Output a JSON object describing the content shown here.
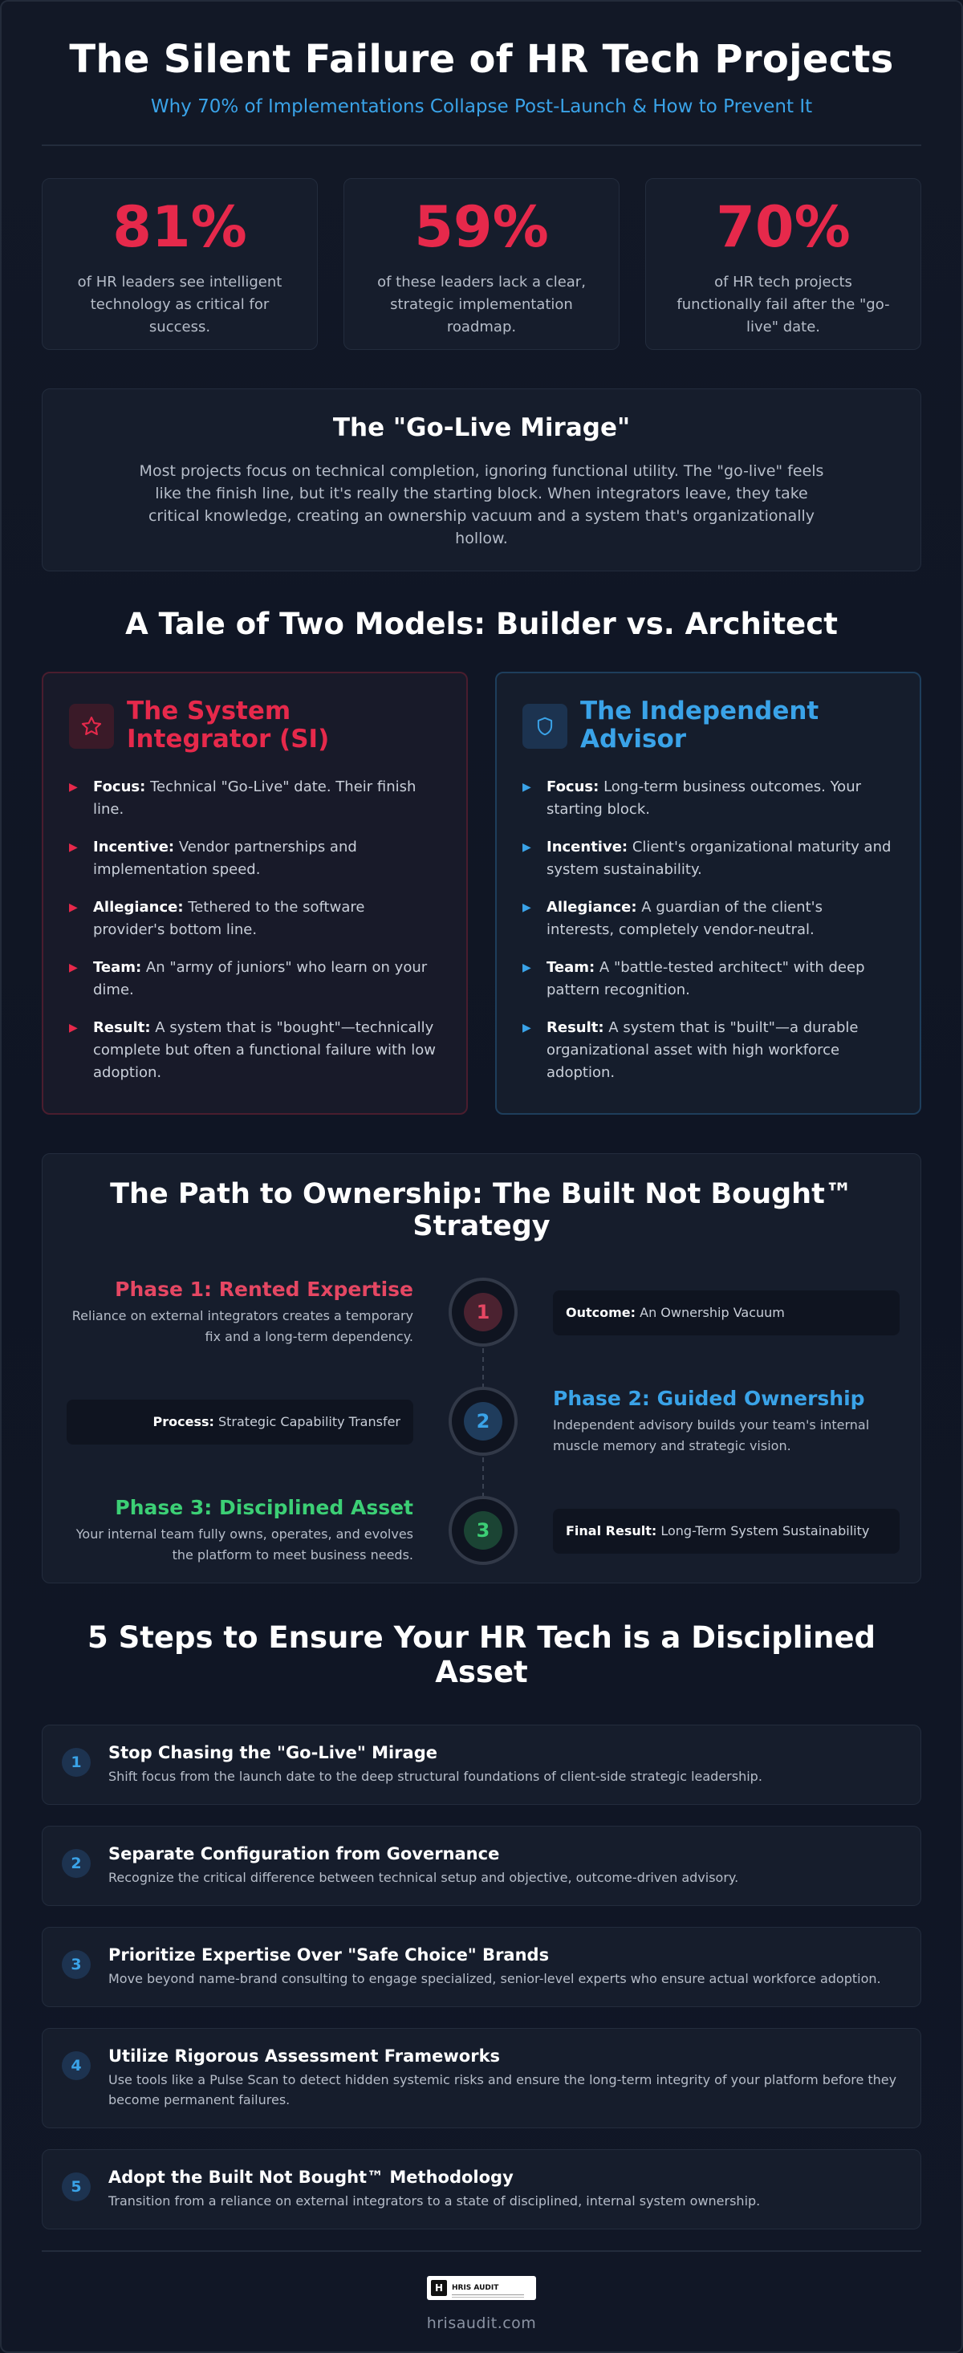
{
  "header": {
    "title": "The Silent Failure of HR Tech Projects",
    "subtitle": "Why 70% of Implementations Collapse Post-Launch & How to Prevent It"
  },
  "stats": [
    {
      "value": "81%",
      "desc": "of HR leaders see intelligent technology as critical for success."
    },
    {
      "value": "59%",
      "desc": "of these leaders lack a clear, strategic implementation roadmap."
    },
    {
      "value": "70%",
      "desc": "of HR tech projects functionally fail after the \"go-live\" date."
    }
  ],
  "mirage": {
    "title": "The \"Go-Live Mirage\"",
    "body": "Most projects focus on technical completion, ignoring functional utility. The \"go-live\" feels like the finish line, but it's really the starting block. When integrators leave, they take critical knowledge, creating an ownership vacuum and a system that's organizationally hollow."
  },
  "models": {
    "title": "A Tale of Two Models: Builder vs. Architect",
    "si": {
      "icon": "star-icon",
      "color": "#e6294b",
      "title": "The System Integrator (SI)",
      "items": [
        {
          "label": "Focus:",
          "text": " Technical \"Go-Live\" date. Their finish line."
        },
        {
          "label": "Incentive:",
          "text": " Vendor partnerships and implementation speed."
        },
        {
          "label": "Allegiance:",
          "text": " Tethered to the software provider's bottom line."
        },
        {
          "label": "Team:",
          "text": " An \"army of juniors\" who learn on your dime."
        },
        {
          "label": "Result:",
          "text": " A system that is \"bought\"—technically complete but often a functional failure with low adoption."
        }
      ]
    },
    "ia": {
      "icon": "shield-icon",
      "color": "#3aa3e8",
      "title": "The Independent Advisor",
      "items": [
        {
          "label": "Focus:",
          "text": " Long-term business outcomes. Your starting block."
        },
        {
          "label": "Incentive:",
          "text": " Client's organizational maturity and system sustainability."
        },
        {
          "label": "Allegiance:",
          "text": " A guardian of the client's interests, completely vendor-neutral."
        },
        {
          "label": "Team:",
          "text": " A \"battle-tested architect\" with deep pattern recognition."
        },
        {
          "label": "Result:",
          "text": " A system that is \"built\"—a durable organizational asset with high workforce adoption."
        }
      ]
    }
  },
  "path": {
    "title": "The Path to Ownership: The Built Not Bought™ Strategy",
    "phases": [
      {
        "num": "1",
        "title": "Phase 1: Rented Expertise",
        "desc": "Reliance on external integrators creates a temporary fix and a long-term dependency.",
        "box_label": "Outcome:",
        "box_text": " An Ownership Vacuum"
      },
      {
        "num": "2",
        "title": "Phase 2: Guided Ownership",
        "desc": "Independent advisory builds your team's internal muscle memory and strategic vision.",
        "box_label": "Process:",
        "box_text": " Strategic Capability Transfer"
      },
      {
        "num": "3",
        "title": "Phase 3: Disciplined Asset",
        "desc": "Your internal team fully owns, operates, and evolves the platform to meet business needs.",
        "box_label": "Final Result:",
        "box_text": " Long-Term System Sustainability"
      }
    ]
  },
  "steps": {
    "title": "5 Steps to Ensure Your HR Tech is a Disciplined Asset",
    "items": [
      {
        "num": "1",
        "title": "Stop Chasing the \"Go-Live\" Mirage",
        "desc": "Shift focus from the launch date to the deep structural foundations of client-side strategic leadership."
      },
      {
        "num": "2",
        "title": "Separate Configuration from Governance",
        "desc": "Recognize the critical difference between technical setup and objective, outcome-driven advisory."
      },
      {
        "num": "3",
        "title": "Prioritize Expertise Over \"Safe Choice\" Brands",
        "desc": "Move beyond name-brand consulting to engage specialized, senior-level experts who ensure actual workforce adoption."
      },
      {
        "num": "4",
        "title": "Utilize Rigorous Assessment Frameworks",
        "desc": "Use tools like a Pulse Scan to detect hidden systemic risks and ensure the long-term integrity of your platform before they become permanent failures."
      },
      {
        "num": "5",
        "title": "Adopt the Built Not Bought™ Methodology",
        "desc": "Transition from a reliance on external integrators to a state of disciplined, internal system ownership."
      }
    ]
  },
  "footer": {
    "logo_mark": "H",
    "logo_text": "HRIS AUDIT",
    "site": "hrisaudit.com"
  }
}
